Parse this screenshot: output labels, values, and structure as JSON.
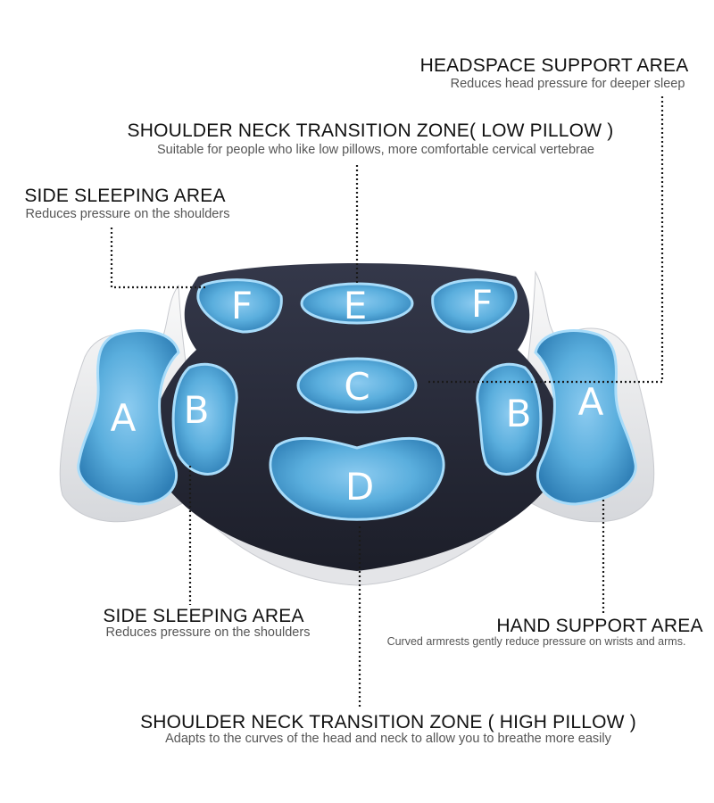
{
  "callouts": {
    "headspace": {
      "title": "HEADSPACE SUPPORT AREA",
      "description": "Reduces head pressure for deeper sleep"
    },
    "low_pillow": {
      "title": "SHOULDER NECK TRANSITION ZONE( LOW PILLOW )",
      "description": "Suitable for people who like low pillows, more comfortable cervical vertebrae"
    },
    "side_top": {
      "title": "SIDE SLEEPING AREA",
      "description": "Reduces pressure on the shoulders"
    },
    "side_bottom": {
      "title": "SIDE SLEEPING AREA",
      "description": "Reduces pressure on the shoulders"
    },
    "hand": {
      "title": "HAND SUPPORT AREA",
      "description": "Curved armrests gently reduce pressure on wrists and arms."
    },
    "high_pillow": {
      "title": "SHOULDER NECK TRANSITION ZONE ( HIGH PILLOW )",
      "description": "Adapts to the curves of the head and neck to allow you to breathe more easily"
    }
  },
  "zones": {
    "a_left": "A",
    "a_right": "A",
    "b_left": "B",
    "b_right": "B",
    "c": "C",
    "d": "D",
    "e": "E",
    "f_left": "F",
    "f_right": "F"
  },
  "colors": {
    "zone_blue": "#5fb1e0",
    "pillow_dark": "#2a2d3c",
    "foam_white": "#eeeeee",
    "leader_line": "#1a1a1a"
  }
}
